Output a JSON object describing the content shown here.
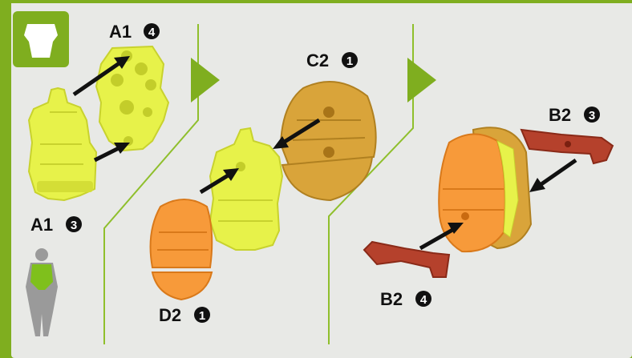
{
  "colors": {
    "frame": "#7fae1f",
    "panel_bg": "#e8e9e6",
    "divider": "#8fbf2c",
    "arrow": "#111111",
    "yellow_part": "#e7f24a",
    "orange_part": "#f79a3a",
    "gold_part": "#d9a43a",
    "red_part": "#b5412c",
    "step_arrow": "#7fae1f"
  },
  "icons": {
    "torso_armor": "torso-armor-icon",
    "body_figure": "body-figure-icon"
  },
  "labels": {
    "a1_4": {
      "text": "A1",
      "num": "4"
    },
    "a1_3": {
      "text": "A1",
      "num": "3"
    },
    "c2_1": {
      "text": "C2",
      "num": "1"
    },
    "d2_1": {
      "text": "D2",
      "num": "1"
    },
    "b2_3": {
      "text": "B2",
      "num": "3"
    },
    "b2_4": {
      "text": "B2",
      "num": "4"
    }
  }
}
